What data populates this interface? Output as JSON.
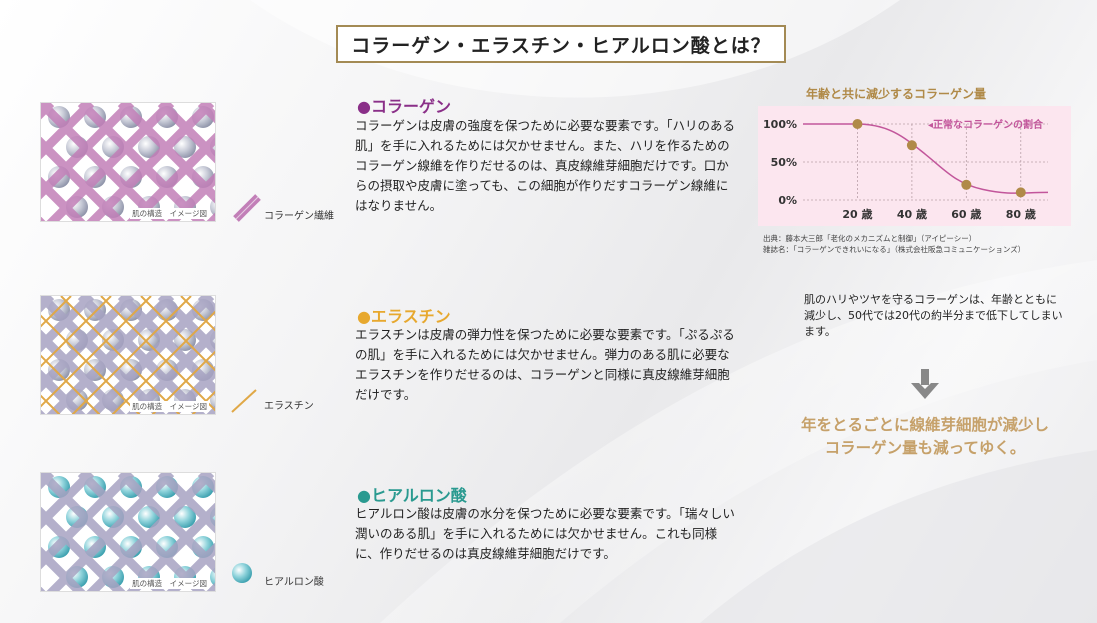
{
  "title": "コラーゲン・エラスチン・ヒアルロン酸とは？",
  "sections": [
    {
      "heading": "●コラーゲン",
      "color": "#8a2f88",
      "body": "コラーゲンは皮膚の強度を保つために必要な要素です。「ハリのある肌」を手に入れるためには欠かせません。また、ハリを作るためのコラーゲン線維を作りだせるのは、真皮線維芽細胞だけです。口からの摂取や皮膚に塗っても、この細胞が作りだすコラーゲン線維にはなりません。",
      "image_caption": "肌の構造　イメージ図",
      "fiber_label": "コラーゲン繊維",
      "fiber_color": "#c27fb8"
    },
    {
      "heading": "●エラスチン",
      "color": "#e7a82e",
      "body": "エラスチンは皮膚の弾力性を保つために必要な要素です。「ぷるぷるの肌」を手に入れるためには欠かせません。弾力のある肌に必要なエラスチンを作りだせるのは、コラーゲンと同様に真皮線維芽細胞だけです。",
      "image_caption": "肌の構造　イメージ図",
      "fiber_label": "エラスチン",
      "fiber_color": "#e0a847"
    },
    {
      "heading": "●ヒアルロン酸",
      "color": "#2a9a90",
      "body": "ヒアルロン酸は皮膚の水分を保つために必要な要素です。「瑞々しい潤いのある肌」を手に入れるためには欠かせません。これも同様に、作りだせるのは真皮線維芽細胞だけです。",
      "image_caption": "肌の構造　イメージ図",
      "fiber_label": "ヒアルロン酸",
      "fiber_color": "#7cc9d3"
    }
  ],
  "chart_data": {
    "type": "line",
    "title": "年齢と共に減少するコラーゲン量",
    "categories": [
      "20 歳",
      "40 歳",
      "60 歳",
      "80 歳"
    ],
    "x": [
      0,
      20,
      40,
      60,
      80
    ],
    "series": [
      {
        "name": "正常なコラーゲンの割合",
        "values": [
          100,
          100,
          72,
          20,
          10
        ]
      }
    ],
    "y_tick_labels": [
      "100%",
      "50%",
      "0%"
    ],
    "ylim": [
      0,
      100
    ],
    "legend": "◂正常なコラーゲンの割合",
    "line_color": "#c2569b",
    "marker_color": "#b08a48",
    "background": "#fce6ef"
  },
  "source": {
    "line1": "出典：藤本大三郎「老化のメカニズムと制御」（アイピーシー）",
    "line2": "雑誌名：「コラーゲンできれいになる」（株式会社阪急コミュニケーションズ）"
  },
  "note": "肌のハリやツヤを守るコラーゲンは、年齢とともに減少し、50代では20代の約半分まで低下してしまいます。",
  "conclusion": {
    "line1": "年をとるごとに線維芽細胞が減少し",
    "line2": "コラーゲン量も減ってゆく。"
  },
  "colors": {
    "title_border": "#a38a54",
    "arrow": "#888888",
    "conclusion": "#c6a16a"
  },
  "icons": [
    "arrow-down-icon",
    "cell-sphere-icon"
  ]
}
